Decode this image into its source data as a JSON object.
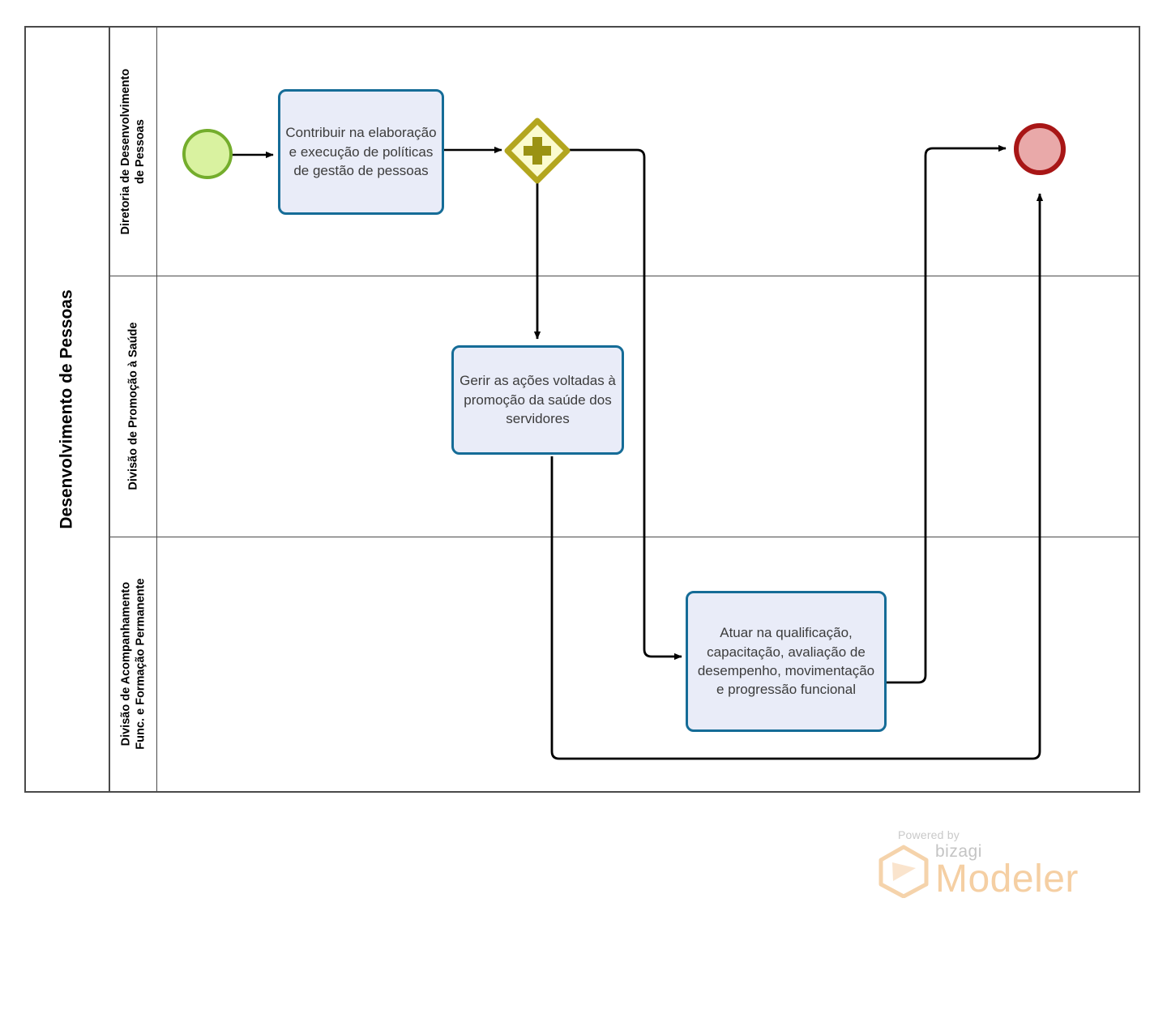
{
  "diagram": {
    "type": "bpmn-process-diagram",
    "pool": {
      "name": "Desenvolvimento de Pessoas"
    },
    "lanes": [
      {
        "id": "lane-diretoria",
        "name": "Diretoria de Desenvolvimento de Pessoas"
      },
      {
        "id": "lane-saude",
        "name": "Divisão de Promoção à Saúde"
      },
      {
        "id": "lane-acompanhamento",
        "name": "Divisão de Acompanhamento Func. e Formação Permanente"
      }
    ],
    "nodes": [
      {
        "id": "start-1",
        "type": "start-event",
        "lane": "lane-diretoria",
        "label": ""
      },
      {
        "id": "task-1",
        "type": "task",
        "lane": "lane-diretoria",
        "label": "Contribuir na elaboração e execução de políticas de gestão de pessoas"
      },
      {
        "id": "gateway-1",
        "type": "parallel-gateway",
        "lane": "lane-diretoria",
        "symbol": "+",
        "label": ""
      },
      {
        "id": "task-2",
        "type": "task",
        "lane": "lane-saude",
        "label": "Gerir as ações voltadas à promoção da saúde dos servidores"
      },
      {
        "id": "task-3",
        "type": "task",
        "lane": "lane-acompanhamento",
        "label": "Atuar na qualificação, capacitação, avaliação de desempenho, movimentação e progressão funcional"
      },
      {
        "id": "end-1",
        "type": "end-event",
        "lane": "lane-diretoria",
        "label": ""
      }
    ],
    "flows": [
      {
        "from": "start-1",
        "to": "task-1"
      },
      {
        "from": "task-1",
        "to": "gateway-1"
      },
      {
        "from": "gateway-1",
        "to": "task-2"
      },
      {
        "from": "gateway-1",
        "to": "task-3"
      },
      {
        "from": "task-2",
        "to": "end-1"
      },
      {
        "from": "task-3",
        "to": "end-1"
      }
    ],
    "colors": {
      "pool_border": "#4a4a4a",
      "lane_border": "#4a4a4a",
      "task_border": "#156c97",
      "task_fill": "#e9ecf8",
      "task_text": "#3c3c3c",
      "start_border": "#74ad2c",
      "start_fill": "#d9f2a0",
      "end_border": "#a81616",
      "end_fill": "#e9a9a9",
      "gateway_border": "#b3a61e",
      "gateway_fill": "#fbfbcf",
      "gateway_symbol": "#9a9213",
      "flow_line": "#000000"
    }
  },
  "watermark": {
    "powered_by": "Powered by",
    "brand": "bizagi",
    "product": "Modeler",
    "brand_color": "#f5cfa3"
  }
}
